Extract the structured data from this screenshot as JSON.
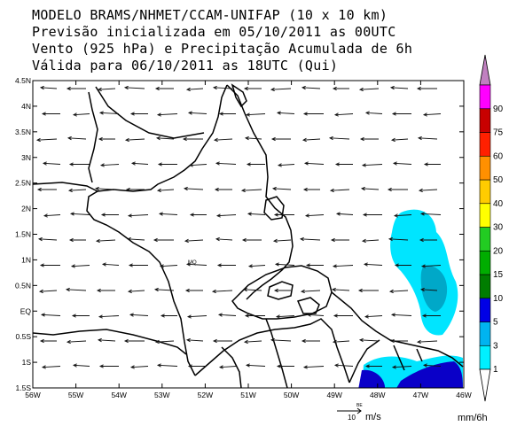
{
  "header": {
    "line1": "MODELO BRAMS/NHMET/CCAM-UNIFAP (10 x 10 km)",
    "line2": "Previsão inicializada em 05/10/2011 as 00UTC",
    "line3": "Vento (925 hPa) e Precipitação Acumulada de 6h",
    "line4": "Válida para 06/10/2011 as 18UTC (Qui)"
  },
  "map": {
    "lon_range": [
      -56,
      -46
    ],
    "lat_range": [
      -1.5,
      4.5
    ],
    "lon_ticks": [
      "56W",
      "55W",
      "54W",
      "53W",
      "52W",
      "51W",
      "50W",
      "49W",
      "48W",
      "47W",
      "46W"
    ],
    "lat_ticks": [
      "1.5S",
      "1S",
      "0.5S",
      "EQ",
      "0.5N",
      "1N",
      "1.5N",
      "2N",
      "2.5N",
      "3N",
      "3.5N",
      "4N",
      "4.5N"
    ],
    "place_label": "MQ",
    "ocean_color": "#ffffff",
    "coast_color": "#000000"
  },
  "precip_colors": {
    "light": "#00e5ff",
    "medium": "#00a8c8",
    "heavy": "#0a00c8"
  },
  "colorbar": {
    "labels": [
      "1",
      "3",
      "5",
      "10",
      "15",
      "20",
      "30",
      "40",
      "50",
      "60",
      "75",
      "90"
    ],
    "colors": [
      "#00f0ff",
      "#00b4f0",
      "#0000e6",
      "#007d00",
      "#00ad00",
      "#22cc22",
      "#ffff00",
      "#ffcc00",
      "#ff9000",
      "#ff2000",
      "#c80000",
      "#ff00ff"
    ],
    "arrow_up_color": "#c080c0",
    "arrow_down_color": "#ffffff",
    "units": "mm/6h"
  },
  "wind_key": {
    "value_label": "10",
    "unit_label": "m/s",
    "tag": "BE"
  }
}
